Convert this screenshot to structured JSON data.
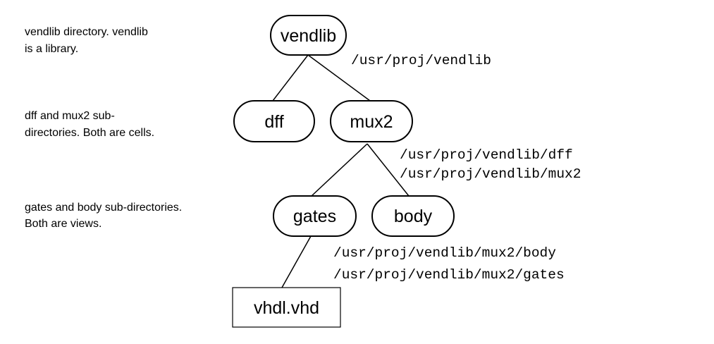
{
  "notes": {
    "library": [
      "vendlib directory. vendlib",
      "is a library."
    ],
    "cells": [
      "dff and mux2 sub-",
      "directories. Both are cells."
    ],
    "views": [
      "gates and body sub-directories.",
      "Both are views."
    ]
  },
  "nodes": {
    "vendlib": "vendlib",
    "dff": "dff",
    "mux2": "mux2",
    "gates": "gates",
    "body": "body",
    "vhdl": "vhdl.vhd"
  },
  "paths": {
    "vendlib": "/usr/proj/vendlib",
    "dff": "/usr/proj/vendlib/dff",
    "mux2": "/usr/proj/vendlib/mux2",
    "body": "/usr/proj/vendlib/mux2/body",
    "gates": "/usr/proj/vendlib/mux2/gates"
  }
}
